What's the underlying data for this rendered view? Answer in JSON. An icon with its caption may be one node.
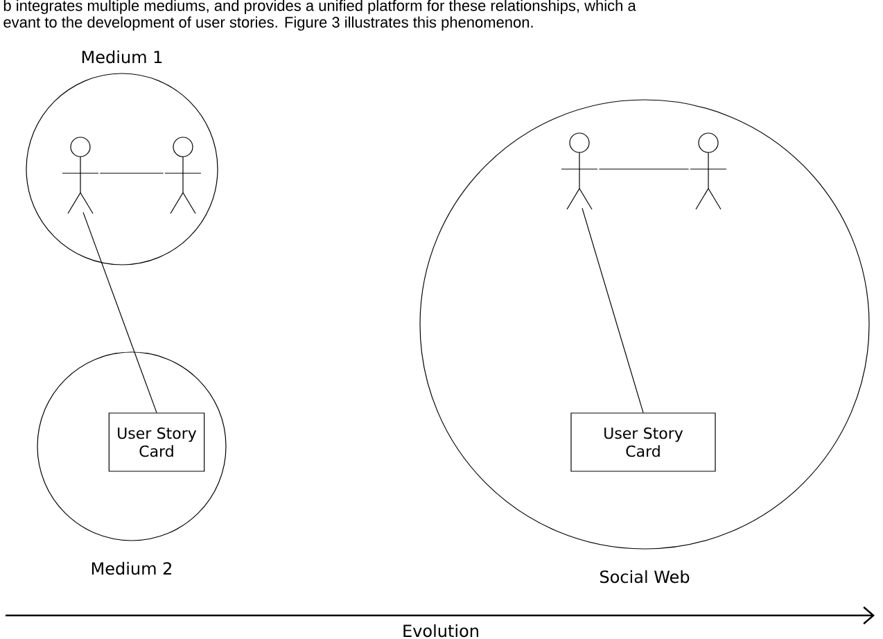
{
  "diagram": {
    "nodes": [
      {
        "text": [
          "Medium 1"
        ]
      },
      {
        "text": [],
        "shape": "person",
        "in": 0
      },
      {
        "text": [],
        "shape": "person",
        "in": 0
      },
      {
        "text": [
          "Medium 2"
        ]
      },
      {
        "text": [
          "User Story Card"
        ],
        "in": 3
      },
      {
        "text": [
          "Social Web"
        ]
      },
      {
        "text": [],
        "shape": "person",
        "in": 5
      },
      {
        "text": [],
        "shape": "person",
        "in": 5
      },
      {
        "text": [
          "User Story Card"
        ],
        "in": 5
      }
    ],
    "edges": [
      {
        "from": 1,
        "to": 2,
        "arrow": "none"
      },
      {
        "from": 1,
        "to": 4,
        "arrow": "none"
      },
      {
        "from": 6,
        "to": 7,
        "arrow": "none"
      },
      {
        "from": 6,
        "to": 8,
        "arrow": "none"
      }
    ],
    "labels": [
      "b integrates multiple mediums, and provides a unified platform for these relationships, which a",
      "evant to the development of user stories. Figure 3 illustrates this phenomenon.",
      "Evolution"
    ]
  }
}
